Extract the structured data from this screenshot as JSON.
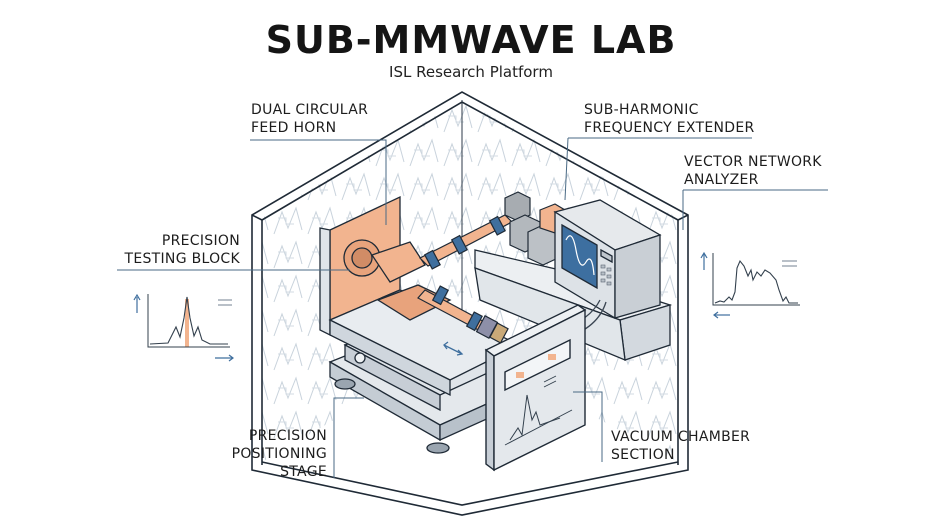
{
  "header": {
    "title": "SUB-MMWAVE LAB",
    "subtitle": "ISL Research Platform"
  },
  "callouts": [
    {
      "id": "feed-horn",
      "lines": [
        "DUAL CIRCULAR",
        "FEED HORN"
      ]
    },
    {
      "id": "freq-extender",
      "lines": [
        "SUB-HARMONIC",
        "FREQUENCY EXTENDER"
      ]
    },
    {
      "id": "vna",
      "lines": [
        "VECTOR NETWORK",
        "ANALYZER"
      ]
    },
    {
      "id": "testing-block",
      "lines": [
        "PRECISION",
        "TESTING BLOCK"
      ]
    },
    {
      "id": "positioning-stage",
      "lines": [
        "PRECISION",
        "POSITIONING",
        "STAGE"
      ]
    },
    {
      "id": "vacuum-chamber",
      "lines": [
        "VACUUM CHAMBER",
        "SECTION"
      ]
    }
  ],
  "colors": {
    "outline": "#1f2a36",
    "leader_line": "#4a6a85",
    "copper": "#f2b48f",
    "flange_blue": "#3f6f9e",
    "screen_blue": "#3d6fa0",
    "panel_gray": "#dde2e7",
    "absorber": "#c9d3dc"
  },
  "icons": [
    "up-arrow-icon",
    "right-arrow-icon",
    "left-arrow-icon",
    "equals-icon",
    "double-arrow-icon"
  ]
}
